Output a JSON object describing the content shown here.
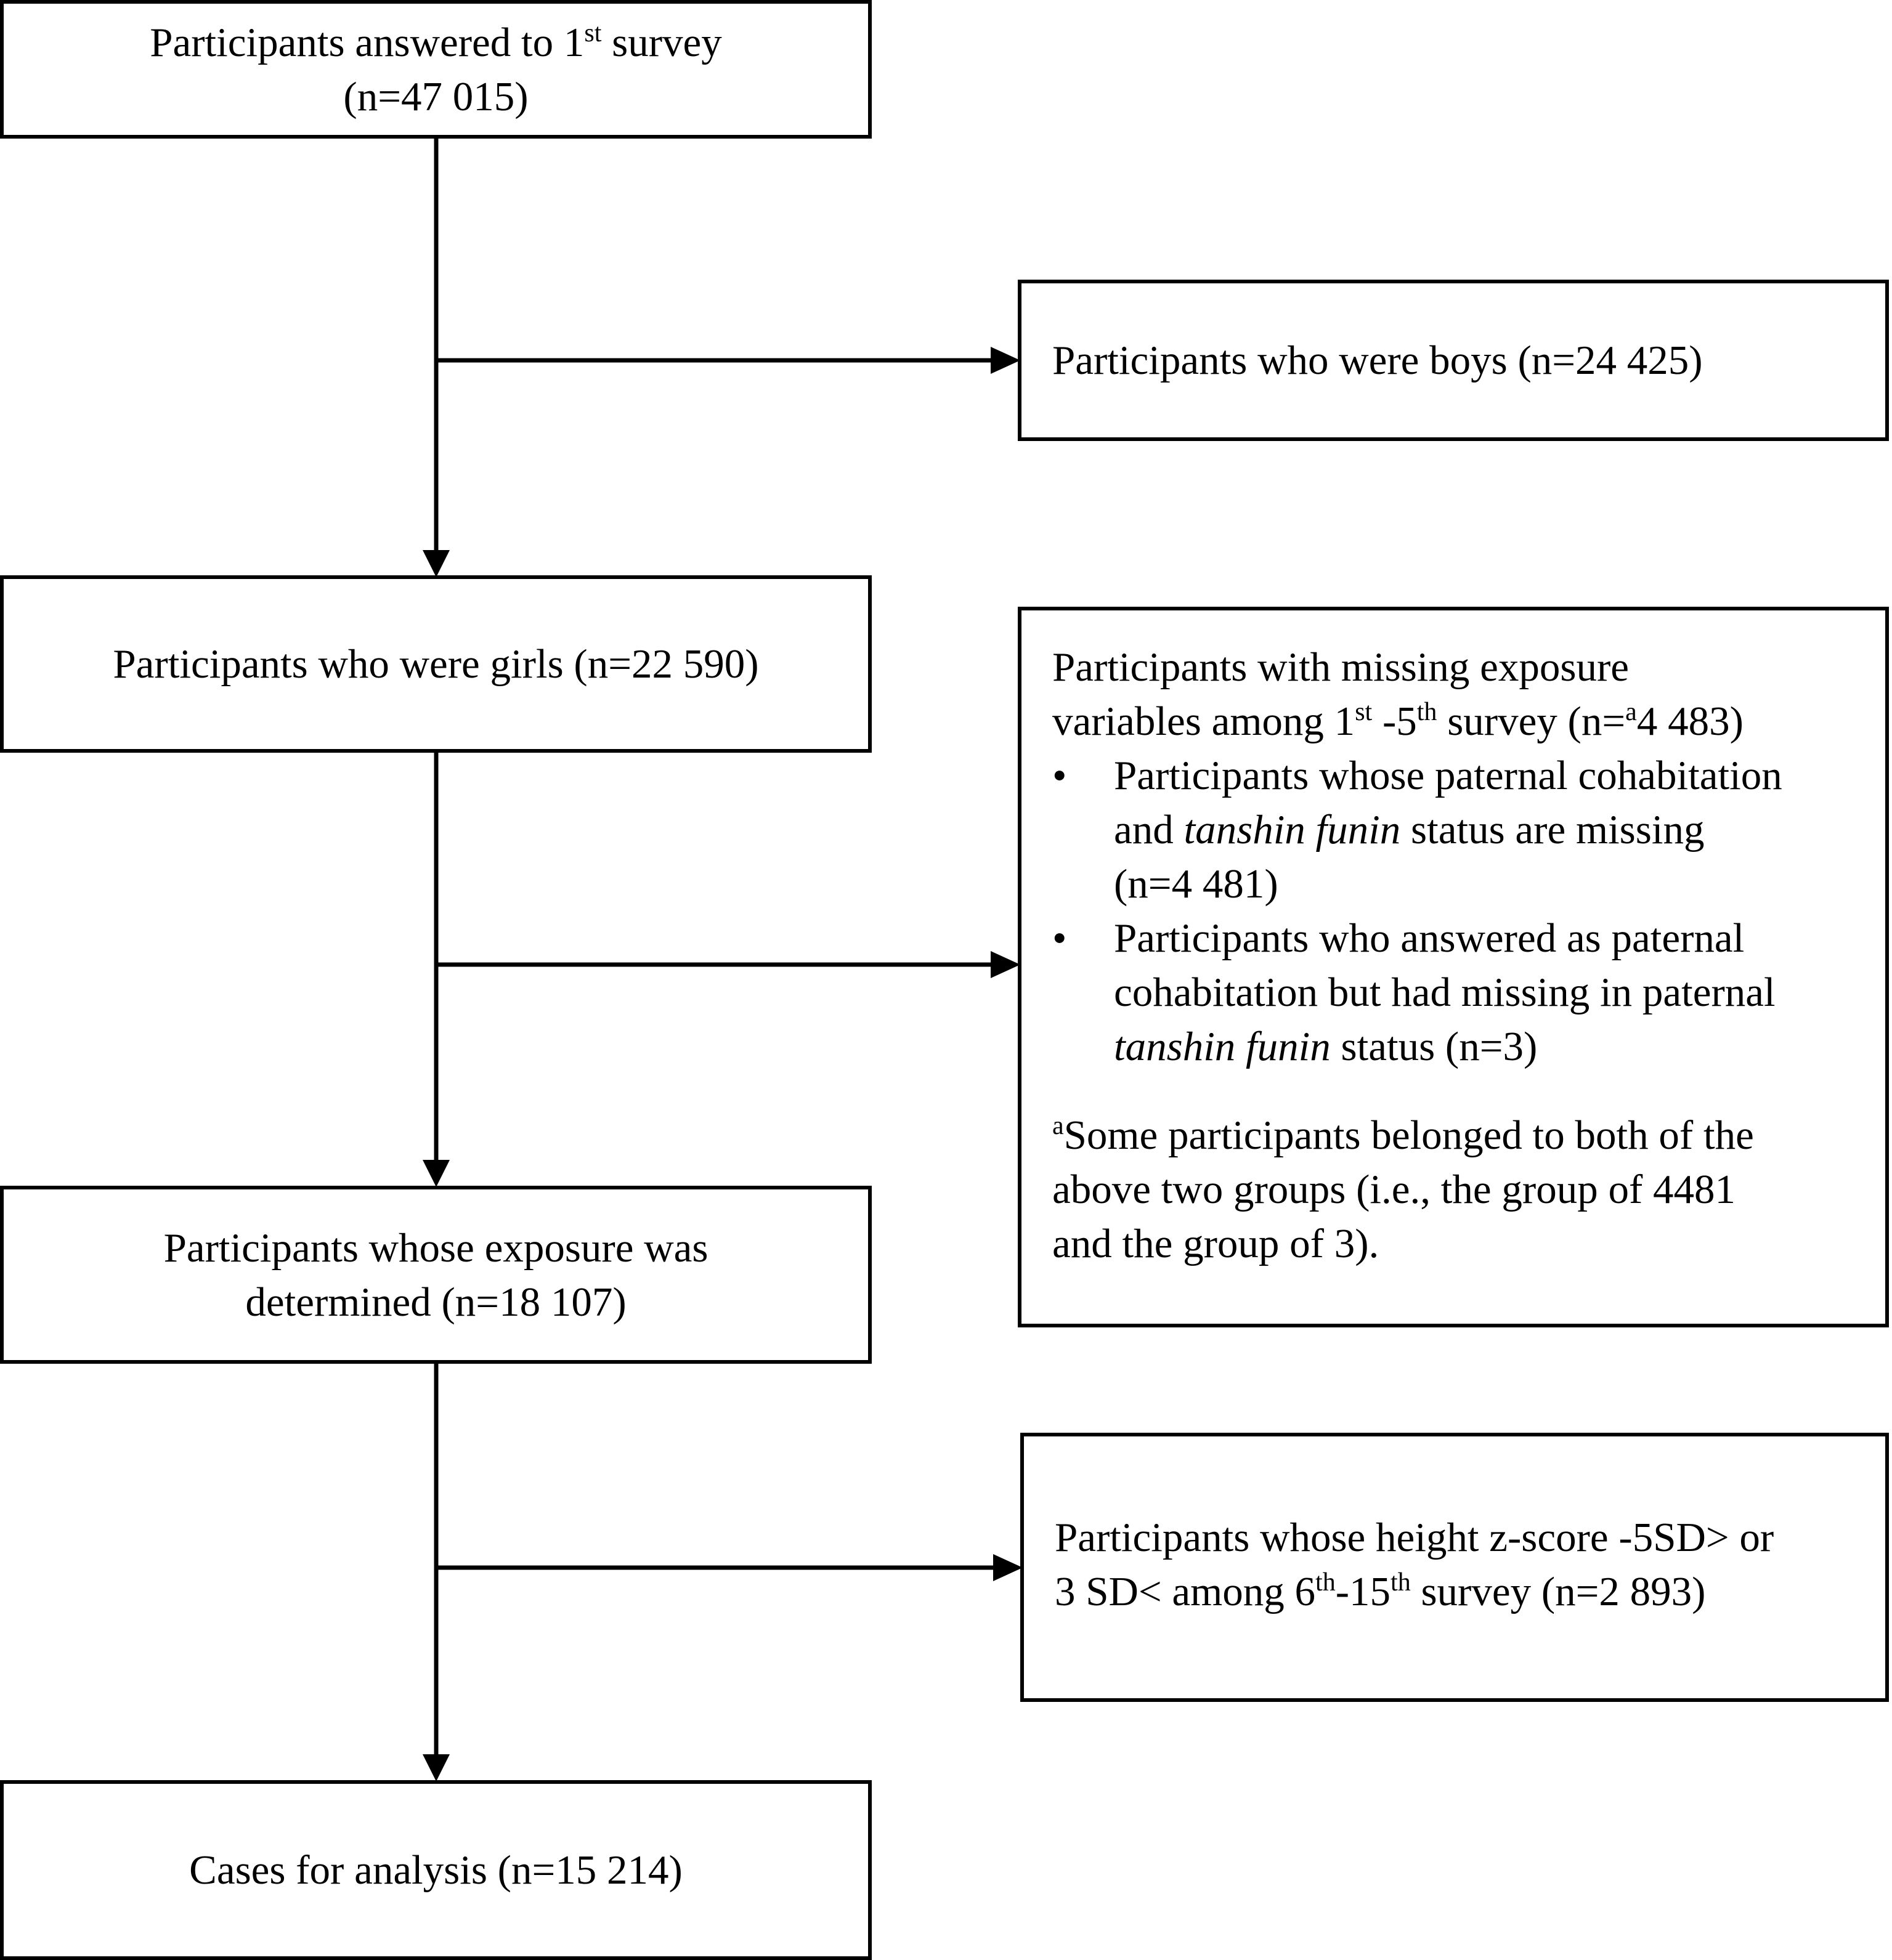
{
  "diagram": {
    "box1": {
      "pre": "Participants answered to 1",
      "sup": "st",
      "post": " survey",
      "line2": "(n=47 015)"
    },
    "box_boys": {
      "text": "Participants who were boys (n=24 425)"
    },
    "box_girls": {
      "text": "Participants who were girls (n=22 590)"
    },
    "box_missing": {
      "line1": "Participants with missing exposure",
      "line2_a": "variables among 1",
      "line2_sup1": "st",
      "line2_b": " -5",
      "line2_sup2": "th",
      "line2_c": " survey (n=",
      "line2_sup3": "a",
      "line2_d": "4 483)",
      "bullet": "•",
      "bullet1": {
        "line1": "Participants whose paternal cohabitation",
        "line2_pre": "and ",
        "line2_italic": "tanshin funin",
        "line2_post": " status are missing",
        "line3": "(n=4 481)"
      },
      "bullet2": {
        "line1": "Participants who answered as paternal",
        "line2": "cohabitation but had missing in paternal",
        "line3_italic": "tanshin funin",
        "line3_post": " status (n=3)"
      },
      "footnote": {
        "sup": "a",
        "line1": "Some participants belonged to both of the",
        "line2": "above two groups (i.e., the group of 4481",
        "line3": "and the group of 3)."
      }
    },
    "box_determined": {
      "line1": "Participants whose exposure was",
      "line2": "determined (n=18 107)"
    },
    "box_height": {
      "line1": "Participants whose height z-score -5SD> or",
      "line2_a": "3 SD< among 6",
      "line2_sup1": "th",
      "line2_b": "-15",
      "line2_sup2": "th",
      "line2_c": " survey (n=2 893)"
    },
    "box_cases": {
      "text": "Cases for analysis (n=15 214)"
    }
  }
}
